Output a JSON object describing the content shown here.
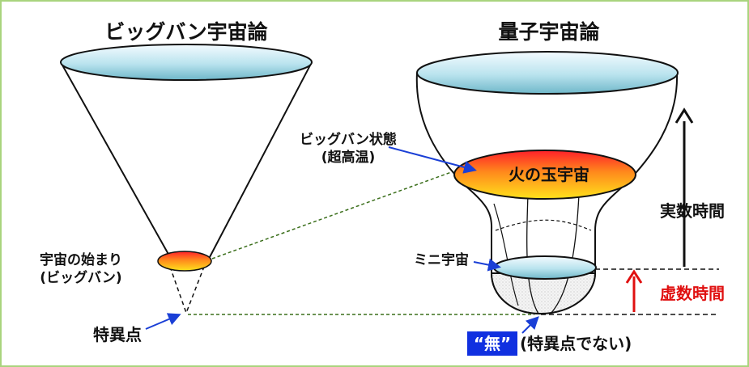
{
  "titles": {
    "left": "ビッグバン宇宙論",
    "right": "量子宇宙論"
  },
  "left_labels": {
    "origin_line1": "宇宙の始まり",
    "origin_line2": "(ビッグバン)",
    "singularity": "特異点"
  },
  "right_labels": {
    "bigbang_state_line1": "ビッグバン状態",
    "bigbang_state_line2": "(超高温)",
    "fireball": "火の玉宇宙",
    "mini_universe": "ミニ宇宙",
    "real_time": "実数時間",
    "imaginary_time": "虚数時間",
    "nothing": "“無”",
    "not_singularity": "(特異点でない)"
  },
  "colors": {
    "frame": "#a9d47e",
    "real_time_arrow": "#111111",
    "imaginary_time_arrow": "#e01010",
    "nothing_box": "#1030e0",
    "pointer_arrows": "#1a3fd6",
    "dashed_link": "#3a6e1a"
  }
}
